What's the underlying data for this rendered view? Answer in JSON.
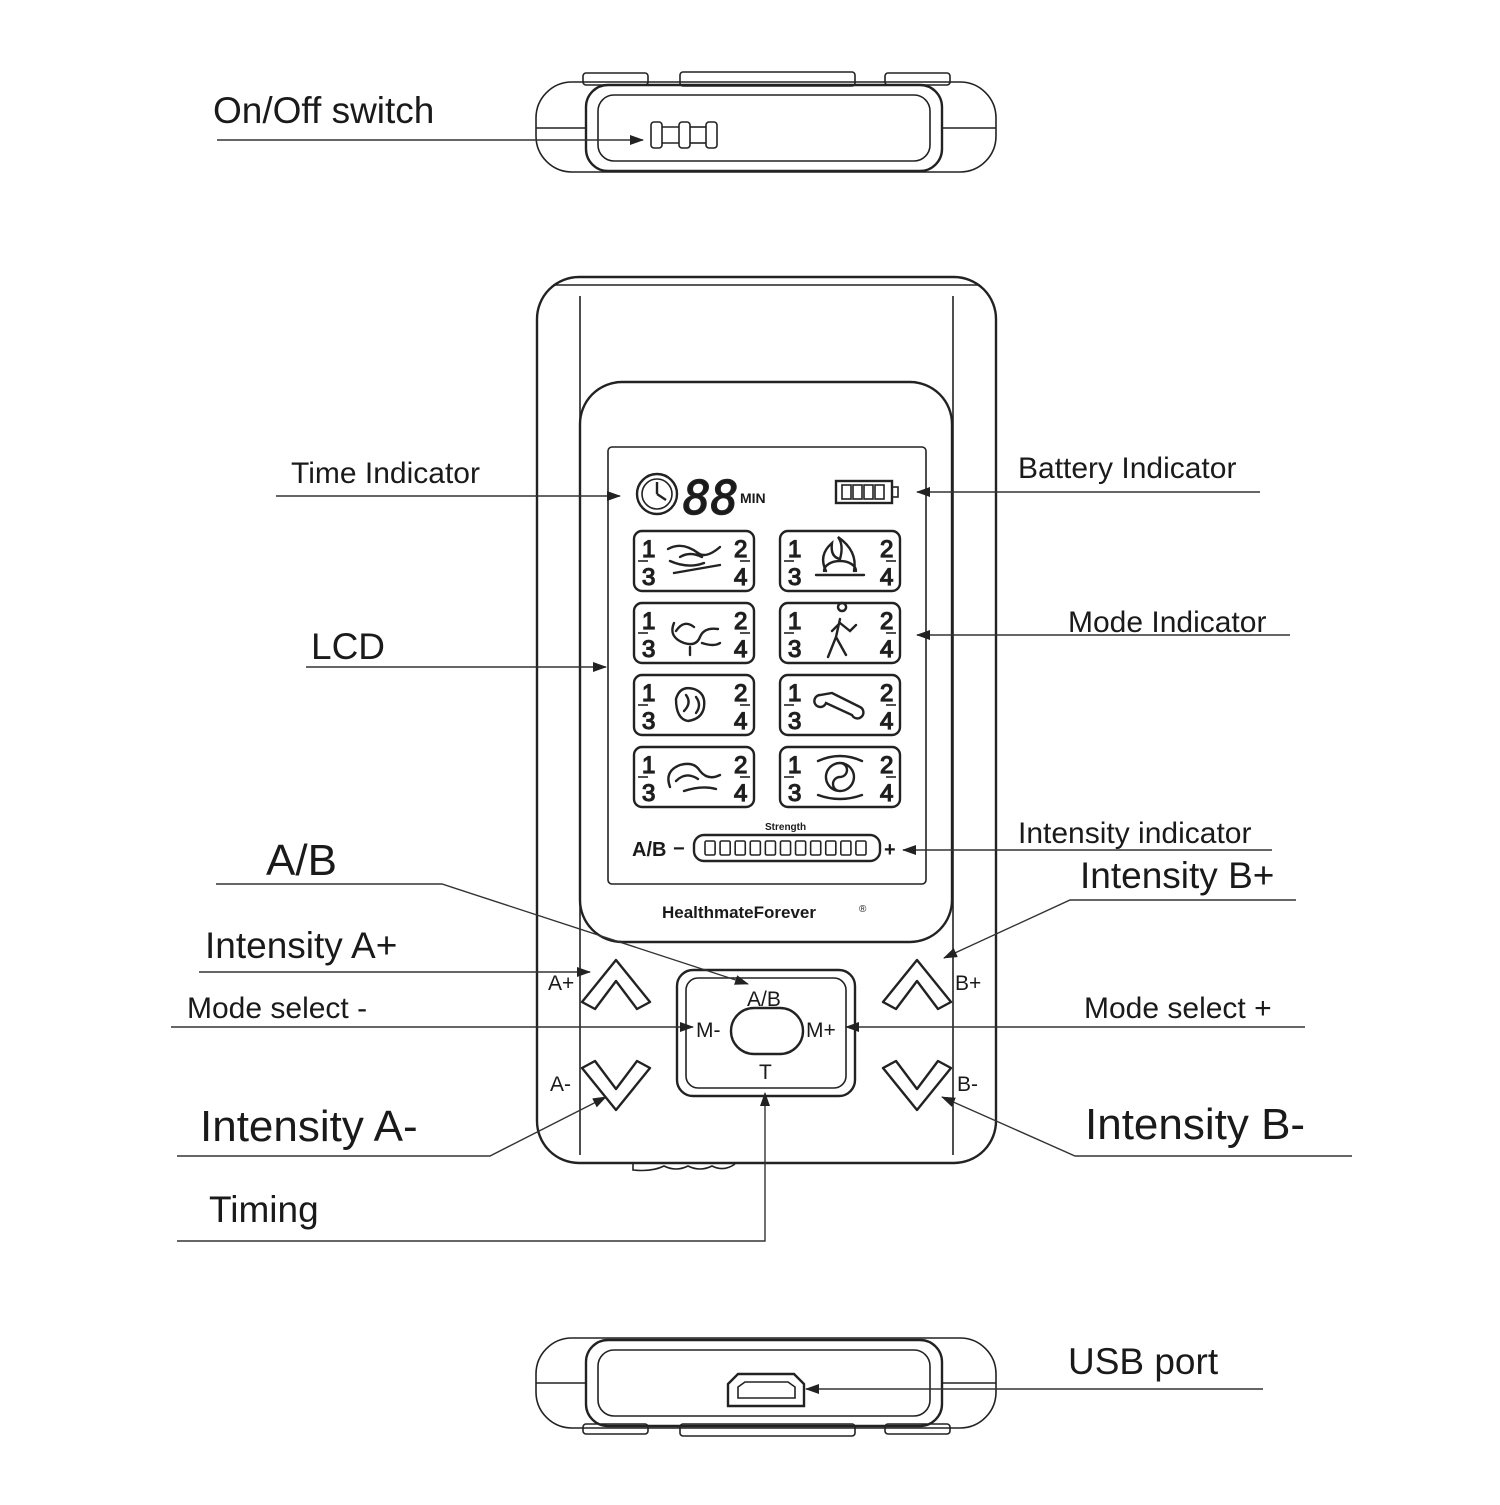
{
  "callouts": {
    "on_off_switch": "On/Off  switch",
    "time_indicator": "Time Indicator",
    "battery_indicator": "Battery Indicator",
    "lcd": "LCD",
    "mode_indicator": "Mode Indicator",
    "intensity_indicator": "Intensity indicator",
    "ab": "A/B",
    "intensity_b_plus": "Intensity B+",
    "intensity_a_plus": "Intensity A+",
    "mode_select_minus": "Mode select -",
    "mode_select_plus": "Mode select +",
    "intensity_a_minus": "Intensity A-",
    "intensity_b_minus": "Intensity B-",
    "timing": "Timing",
    "usb_port": "USB  port"
  },
  "lcd": {
    "time_digits": "88",
    "time_unit": "MIN",
    "mode_channel_numbers": [
      "1",
      "2",
      "3",
      "4"
    ],
    "strength_label": "Strength",
    "ab_label": "A/B",
    "minus": "−",
    "plus": "+",
    "strength_segments": 11
  },
  "brand": {
    "name": "HealthmateForever",
    "reg_mark": "®"
  },
  "buttons": {
    "a_plus": "A+",
    "a_minus": "A-",
    "b_plus": "B+",
    "b_minus": "B-",
    "center_ab": "A/B",
    "center_m_minus": "M-",
    "center_m_plus": "M+",
    "center_t": "T"
  },
  "icons": [
    "hand-massage-icon",
    "flame-icon",
    "knead-hand-icon",
    "walking-person-icon",
    "pinch-hand-icon",
    "dumbbell-icon",
    "wave-hand-icon",
    "yin-yang-icon"
  ]
}
